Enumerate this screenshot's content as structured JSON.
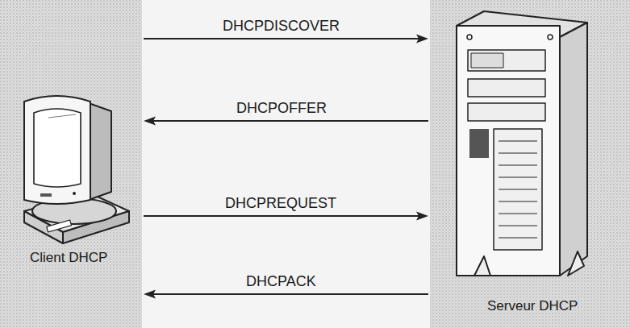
{
  "diagram": {
    "nodes": [
      {
        "text": [
          "Client DHCP"
        ]
      },
      {
        "text": [
          "Serveur DHCP"
        ]
      }
    ],
    "edges": [
      {
        "from": 0,
        "to": 1,
        "arrow": "to",
        "label": "DHCPDISCOVER"
      },
      {
        "from": 1,
        "to": 0,
        "arrow": "to",
        "label": "DHCPOFFER"
      },
      {
        "from": 0,
        "to": 1,
        "arrow": "to",
        "label": "DHCPREQUEST"
      },
      {
        "from": 1,
        "to": 0,
        "arrow": "to",
        "label": "DHCPACK"
      }
    ]
  }
}
